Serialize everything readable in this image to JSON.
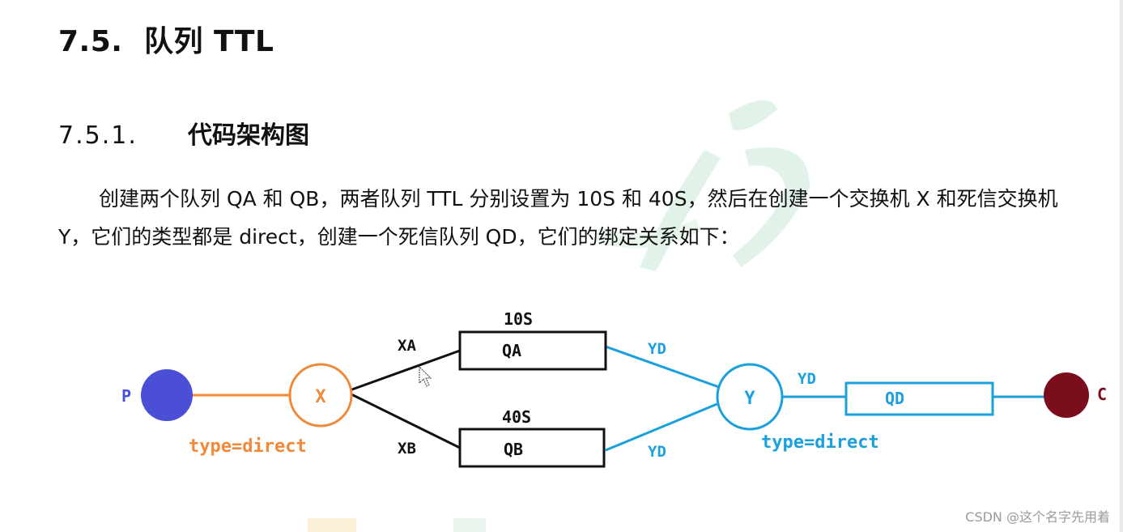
{
  "heading": {
    "number": "7.5.",
    "title": "队列 TTL"
  },
  "subheading": {
    "number": "7.5.1.",
    "title": "代码架构图"
  },
  "paragraph": "创建两个队列 QA 和 QB，两者队列 TTL 分别设置为 10S 和 40S，然后在创建一个交换机 X 和死信交换机 Y，它们的类型都是 direct，创建一个死信队列 QD，它们的绑定关系如下：",
  "diagram": {
    "producer_label": "P",
    "consumer_label": "C",
    "exchange_x": "X",
    "exchange_y": "Y",
    "queue_a": "QA",
    "queue_b": "QB",
    "queue_d": "QD",
    "ttl_a": "10S",
    "ttl_b": "40S",
    "key_xa": "XA",
    "key_xb": "XB",
    "key_yd_1": "YD",
    "key_yd_2": "YD",
    "key_yd_3": "YD",
    "type_x": "type=direct",
    "type_y": "type=direct",
    "colors": {
      "producer": "#4a4fd6",
      "consumer": "#7a0e1c",
      "orange": "#f08a3a",
      "blue": "#1aa0dc",
      "black": "#111111"
    }
  },
  "credit": "CSDN @这个名字先用着"
}
